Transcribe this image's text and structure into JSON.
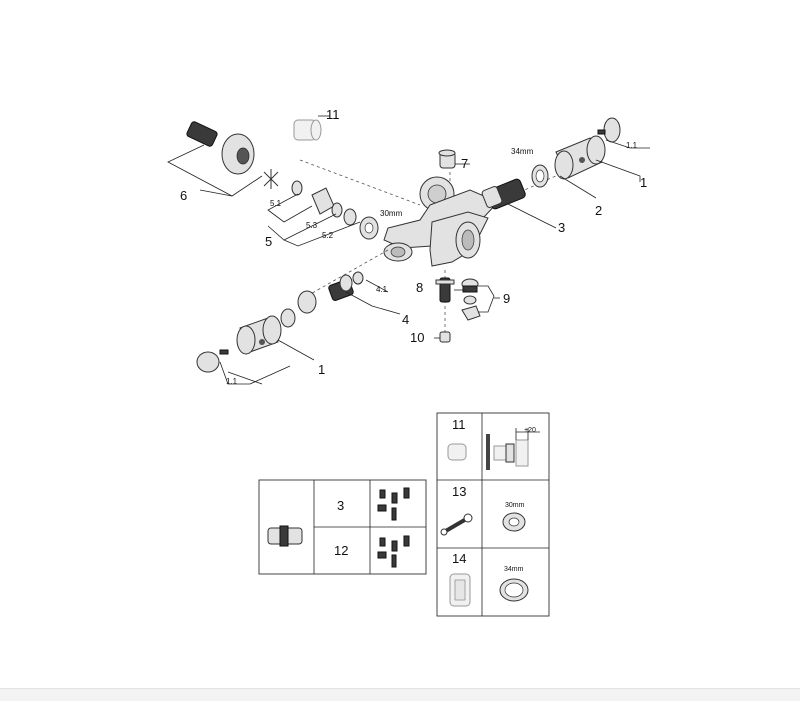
{
  "callouts": {
    "c1a": "1",
    "c1_1a": "1.1",
    "c2": "2",
    "c2_size": "34mm",
    "c3": "3",
    "c4": "4",
    "c4_1": "4.1",
    "c5": "5",
    "c5_1": "5.1",
    "c5_2": "5.2",
    "c5_3": "5.3",
    "c5_size": "30mm",
    "c6": "6",
    "c7": "7",
    "c8": "8",
    "c9": "9",
    "c10": "10",
    "c11": "11",
    "c1b": "1",
    "c1_1b": "1.1"
  },
  "kit_table": {
    "row1_num": "3",
    "row2_num": "12"
  },
  "tools_table": {
    "r11_num": "11",
    "r11_dim": "+20",
    "r13_num": "13",
    "r13_size": "30mm",
    "r14_num": "14",
    "r14_size": "34mm"
  }
}
